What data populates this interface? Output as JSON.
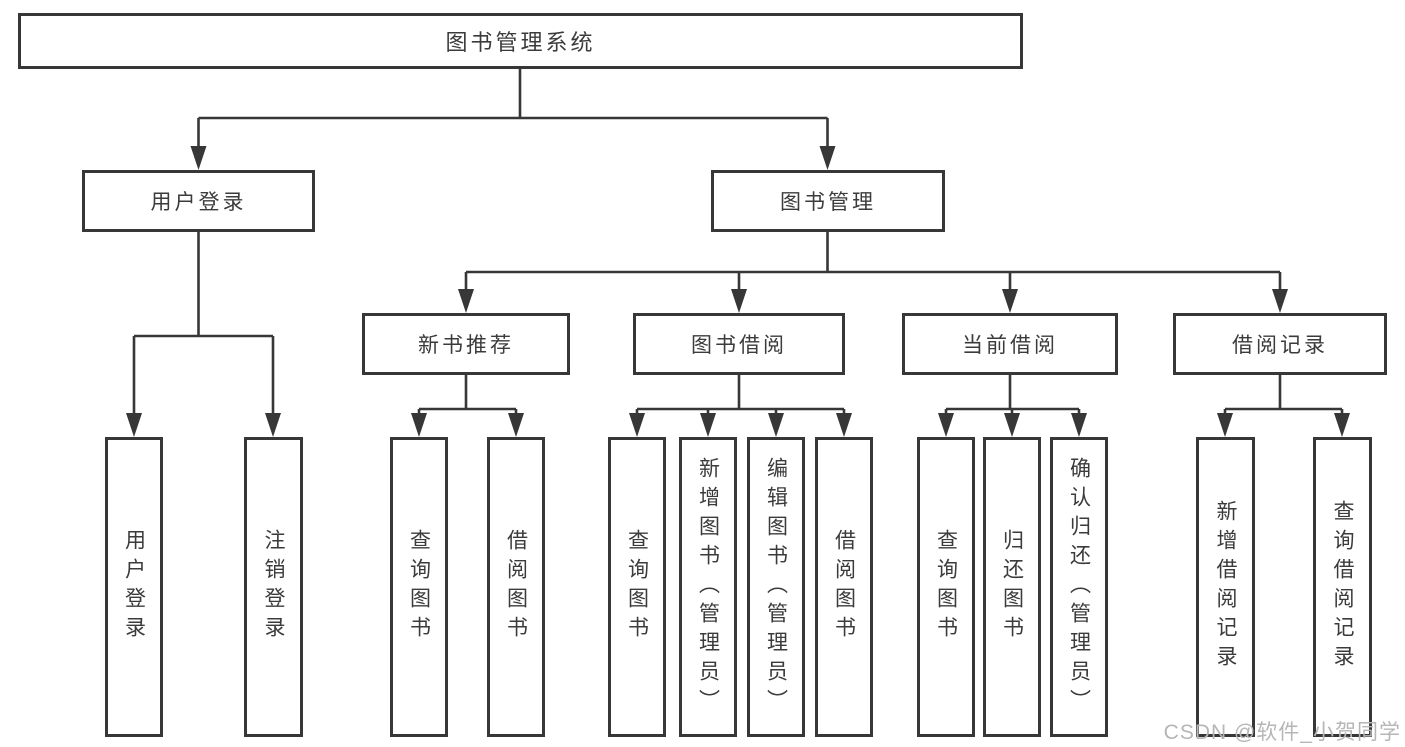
{
  "tree": {
    "root": "图书管理系统",
    "level2": [
      {
        "label": "用户登录",
        "children": [
          "用户登录",
          "注销登录"
        ]
      },
      {
        "label": "图书管理",
        "children": [
          {
            "label": "新书推荐",
            "children": [
              "查询图书",
              "借阅图书"
            ]
          },
          {
            "label": "图书借阅",
            "children": [
              "查询图书",
              "新增图书（管理员）",
              "编辑图书（管理员）",
              "借阅图书"
            ]
          },
          {
            "label": "当前借阅",
            "children": [
              "查询图书",
              "归还图书",
              "确认归还（管理员）"
            ]
          },
          {
            "label": "借阅记录",
            "children": [
              "新增借阅记录",
              "查询借阅记录"
            ]
          }
        ]
      }
    ]
  },
  "colors": {
    "line": "#373737",
    "text": "#3b3b3b",
    "watermark_gray": "#b6b6b6"
  },
  "watermark": "CSDN @软件_小贺同学"
}
